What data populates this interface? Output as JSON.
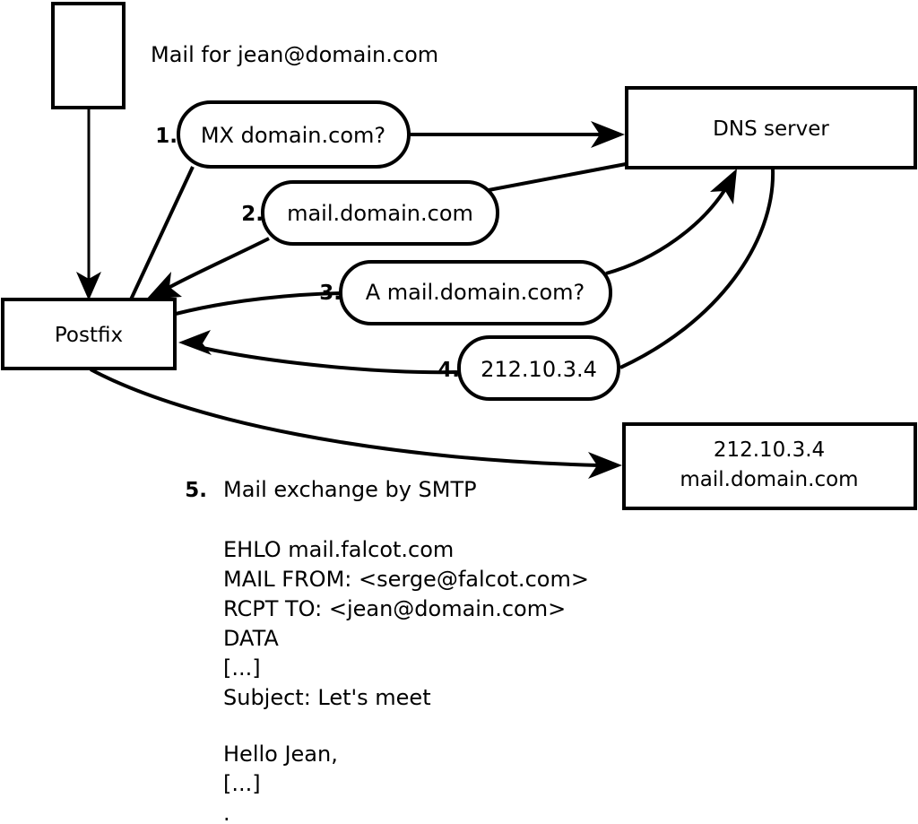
{
  "diagram": {
    "title_text": "Mail for jean@domain.com",
    "nodes": [
      {
        "id": "source-box",
        "label": ""
      },
      {
        "id": "postfix",
        "label": "Postfix"
      },
      {
        "id": "dns-server",
        "label": "DNS server"
      },
      {
        "id": "mail-server",
        "label_line1": "212.10.3.4",
        "label_line2": "mail.domain.com"
      }
    ],
    "steps": [
      {
        "num": "1.",
        "label": "MX domain.com?"
      },
      {
        "num": "2.",
        "label": "mail.domain.com"
      },
      {
        "num": "3.",
        "label": "A mail.domain.com?"
      },
      {
        "num": "4.",
        "label": "212.10.3.4"
      },
      {
        "num": "5.",
        "label": "Mail exchange by SMTP"
      }
    ],
    "smtp_transcript": [
      "EHLO mail.falcot.com",
      "MAIL FROM: <serge@falcot.com>",
      "RCPT TO: <jean@domain.com>",
      "DATA",
      "[...]",
      "Subject: Let's meet",
      "",
      "Hello Jean,",
      "[...]",
      "."
    ],
    "colors": {
      "stroke": "#000000",
      "fill": "#ffffff",
      "text": "#000000"
    }
  }
}
